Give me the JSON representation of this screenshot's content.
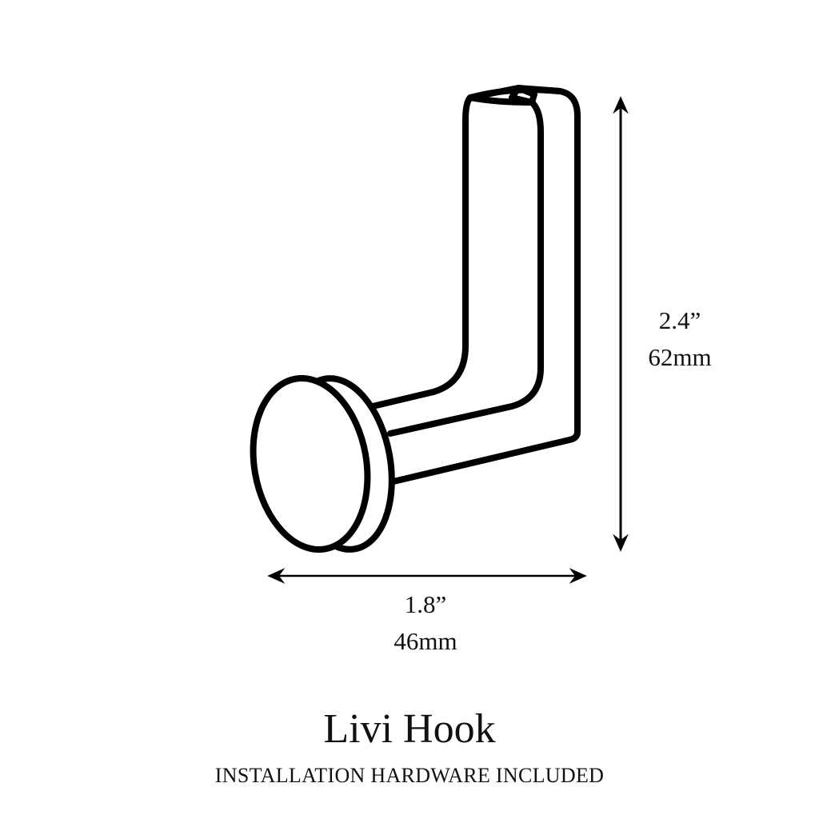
{
  "product": {
    "title": "Livi Hook",
    "subtitle": "INSTALLATION HARDWARE INCLUDED"
  },
  "dimensions": {
    "height": {
      "imperial": "2.4”",
      "metric": "62mm"
    },
    "width": {
      "imperial": "1.8”",
      "metric": "46mm"
    }
  },
  "colors": {
    "line": "#000000",
    "background": "#ffffff",
    "text": "#111111"
  },
  "icons": {
    "hook": "hook-line-drawing",
    "height_arrow": "double-arrow-vertical",
    "width_arrow": "double-arrow-horizontal"
  }
}
